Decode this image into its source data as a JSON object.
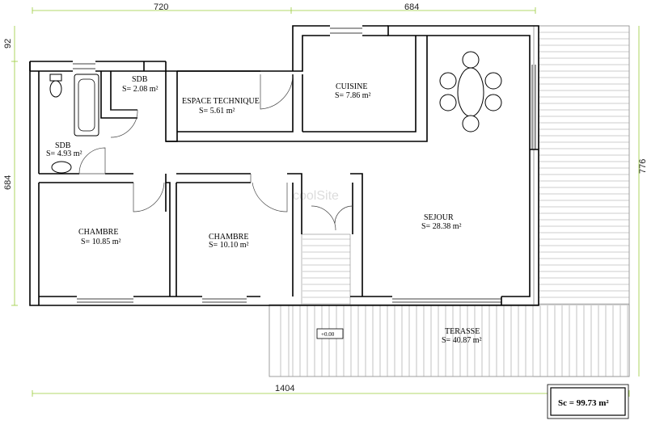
{
  "dimensions": {
    "top_left": "720",
    "top_right": "684",
    "left_small": "92",
    "left_main": "684",
    "right_main": "776",
    "bottom_total": "1404"
  },
  "rooms": {
    "sdb_top": {
      "name": "SDB",
      "area": "S= 2.08 m²"
    },
    "sdb_left": {
      "name": "SDB",
      "area": "S= 4.93 m²"
    },
    "espace_technique": {
      "name": "ESPACE TECHNIQUE",
      "area": "S= 5.61 m²"
    },
    "cuisine": {
      "name": "CUISINE",
      "area": "S= 7.86 m²"
    },
    "chambre_1": {
      "name": "CHAMBRE",
      "area": "S= 10.85 m²"
    },
    "chambre_2": {
      "name": "CHAMBRE",
      "area": "S= 10.10 m²"
    },
    "sejour": {
      "name": "SEJOUR",
      "area": "S= 28.38 m²"
    },
    "terasse": {
      "name": "TERASSE",
      "area": "S= 40.87 m²"
    }
  },
  "level_marker": "+0.00",
  "total_area": "Sc = 99.73 m²"
}
